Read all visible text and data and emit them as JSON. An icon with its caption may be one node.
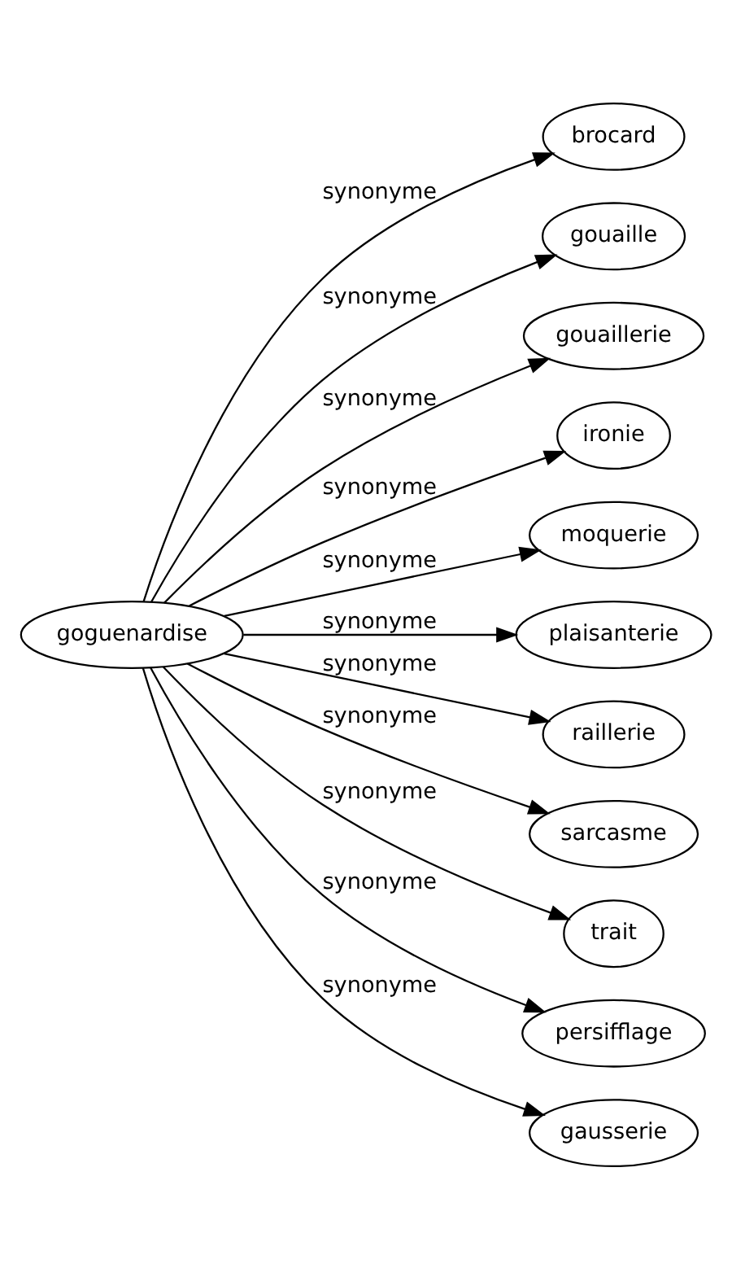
{
  "diagram": {
    "nodes": [
      {
        "text": [
          "goguenardise"
        ]
      },
      {
        "text": [
          "brocard"
        ]
      },
      {
        "text": [
          "gouaille"
        ]
      },
      {
        "text": [
          "gouaillerie"
        ]
      },
      {
        "text": [
          "ironie"
        ]
      },
      {
        "text": [
          "moquerie"
        ]
      },
      {
        "text": [
          "plaisanterie"
        ]
      },
      {
        "text": [
          "raillerie"
        ]
      },
      {
        "text": [
          "sarcasme"
        ]
      },
      {
        "text": [
          "trait"
        ]
      },
      {
        "text": [
          "persifflage"
        ]
      },
      {
        "text": [
          "gausserie"
        ]
      }
    ],
    "edges": [
      {
        "from": 0,
        "to": 1,
        "arrow": "to",
        "label": "synonyme"
      },
      {
        "from": 0,
        "to": 2,
        "arrow": "to",
        "label": "synonyme"
      },
      {
        "from": 0,
        "to": 3,
        "arrow": "to",
        "label": "synonyme"
      },
      {
        "from": 0,
        "to": 4,
        "arrow": "to",
        "label": "synonyme"
      },
      {
        "from": 0,
        "to": 5,
        "arrow": "to",
        "label": "synonyme"
      },
      {
        "from": 0,
        "to": 6,
        "arrow": "to",
        "label": "synonyme"
      },
      {
        "from": 0,
        "to": 7,
        "arrow": "to",
        "label": "synonyme"
      },
      {
        "from": 0,
        "to": 8,
        "arrow": "to",
        "label": "synonyme"
      },
      {
        "from": 0,
        "to": 9,
        "arrow": "to",
        "label": "synonyme"
      },
      {
        "from": 0,
        "to": 10,
        "arrow": "to",
        "label": "synonyme"
      },
      {
        "from": 0,
        "to": 11,
        "arrow": "to",
        "label": "synonyme"
      }
    ]
  }
}
